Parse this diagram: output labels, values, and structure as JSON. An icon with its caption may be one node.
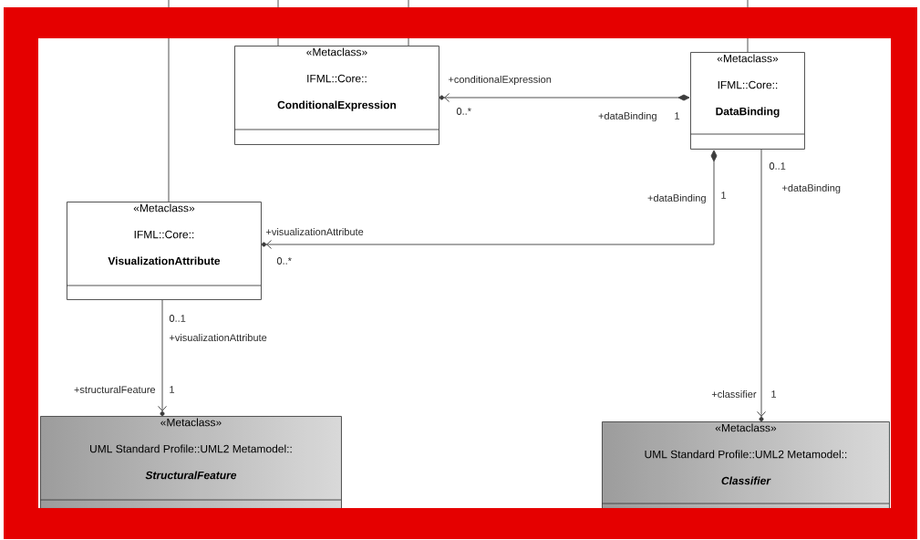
{
  "diagram": {
    "nodes": [
      {
        "text": [
          "«Metaclass»",
          "IFML::Core::",
          "ConditionalExpression"
        ]
      },
      {
        "text": [
          "«Metaclass»",
          "IFML::Core::",
          "DataBinding"
        ]
      },
      {
        "text": [
          "«Metaclass»",
          "IFML::Core::",
          "VisualizationAttribute"
        ]
      },
      {
        "text": [
          "«Metaclass»",
          "UML Standard Profile::UML2 Metamodel::",
          "StructuralFeature"
        ]
      },
      {
        "text": [
          "«Metaclass»",
          "UML Standard Profile::UML2 Metamodel::",
          "Classifier"
        ]
      }
    ],
    "edges": [
      {
        "from": 1,
        "to": 0,
        "arrow": "to"
      },
      {
        "from": 1,
        "to": 2,
        "arrow": "to"
      },
      {
        "from": 1,
        "to": 4,
        "arrow": "to"
      },
      {
        "from": 2,
        "to": 3,
        "arrow": "to"
      },
      {
        "from": null,
        "to": 2,
        "arrow": "none"
      },
      {
        "from": null,
        "to": 0,
        "arrow": "none"
      },
      {
        "from": null,
        "to": 0,
        "arrow": "none"
      },
      {
        "from": null,
        "to": 1,
        "arrow": "none"
      }
    ],
    "labels": [
      "+conditionalExpression",
      "0..*",
      "+dataBinding",
      "1",
      "+dataBinding",
      "1",
      "+visualizationAttribute",
      "0..*",
      "0..1",
      "+dataBinding",
      "+classifier",
      "1",
      "0..1",
      "+visualizationAttribute",
      "+structuralFeature",
      "1"
    ]
  }
}
